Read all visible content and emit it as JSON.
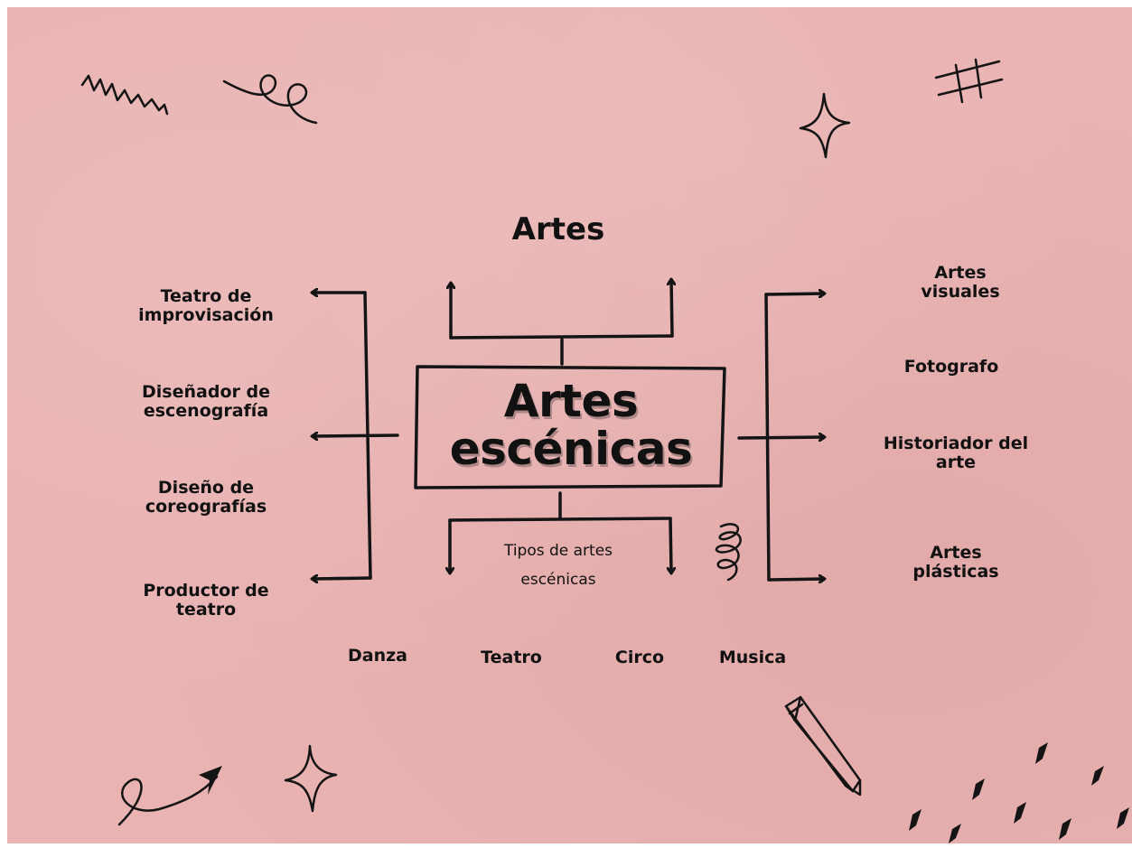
{
  "top_label": "Artes",
  "center_title": [
    "Artes",
    "escénicas"
  ],
  "subtitle": [
    "Tipos de artes",
    "escénicas"
  ],
  "left_branch": [
    [
      "Teatro de",
      "improvisación"
    ],
    [
      "Diseñador de",
      "escenografía"
    ],
    [
      "Diseño de",
      "coreografías"
    ],
    [
      "Productor de",
      "teatro"
    ]
  ],
  "right_branch": [
    [
      "Artes",
      "visuales"
    ],
    [
      "Fotografo"
    ],
    [
      "Historiador del",
      "arte"
    ],
    [
      "Artes",
      "plásticas"
    ]
  ],
  "types": [
    "Danza",
    "Teatro",
    "Circo",
    "Musica"
  ],
  "colors": {
    "background": "#e9b3b2",
    "ink": "#141414"
  }
}
